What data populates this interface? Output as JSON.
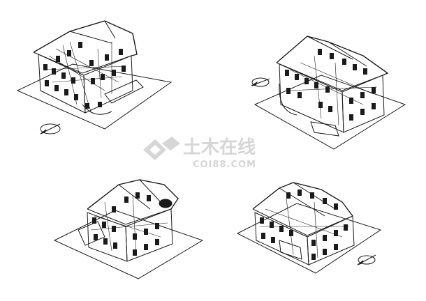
{
  "watermark": {
    "title": "土木在线",
    "subtitle": "COI88.COM"
  },
  "views": [
    {
      "id": "view-top-left",
      "compass": "left"
    },
    {
      "id": "view-top-right",
      "compass": "left"
    },
    {
      "id": "view-bottom-left",
      "compass": "none"
    },
    {
      "id": "view-bottom-right",
      "compass": "right"
    }
  ],
  "colors": {
    "line": "#1a1a1a",
    "watermark": "#d6d6d6",
    "background": "#ffffff"
  }
}
